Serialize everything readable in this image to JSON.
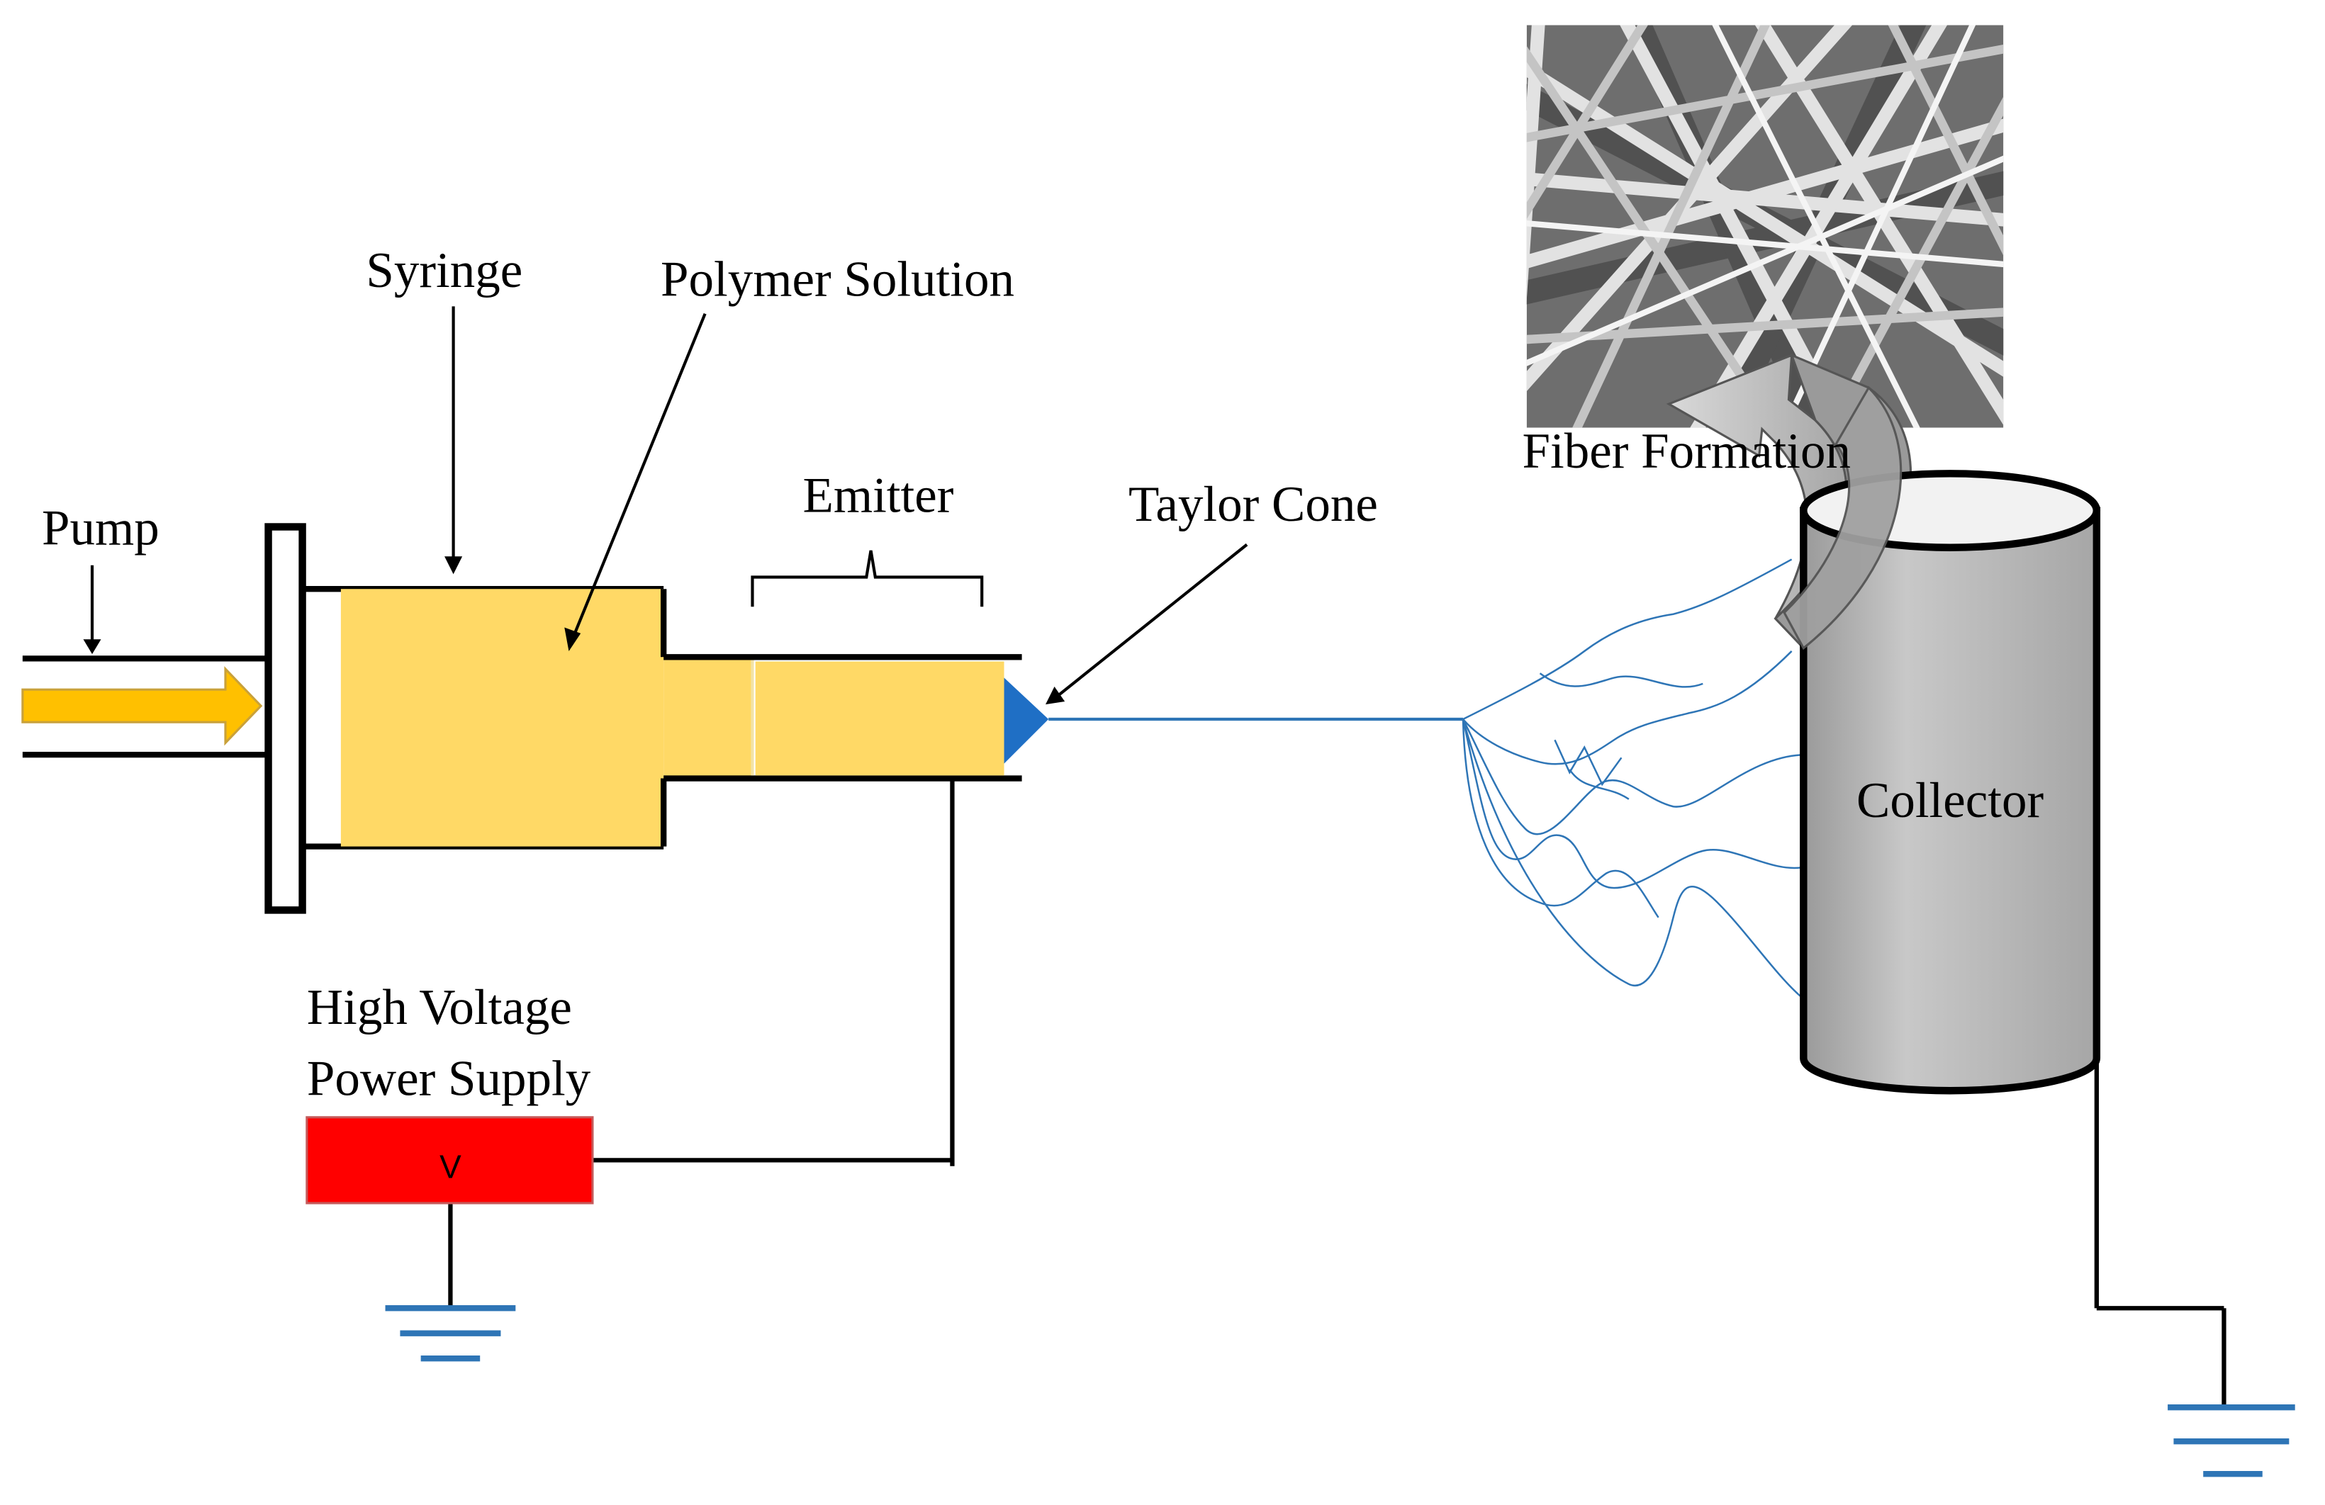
{
  "labels": {
    "pump": "Pump",
    "syringe": "Syringe",
    "polymer_solution": "Polymer Solution",
    "emitter": "Emitter",
    "taylor_cone": "Taylor Cone",
    "fiber_formation": "Fiber Formation",
    "collector": "Collector",
    "hv_line1": "High Voltage",
    "hv_line2": "Power Supply",
    "voltage_symbol": "V"
  },
  "colors": {
    "polymer": "#FFD966",
    "pump_arrow": "#FFC000",
    "power_supply": "#FF0000",
    "taylor_cone": "#1F6FC5",
    "fiber_jet": "#2E75B6",
    "ground": "#2E75B6",
    "collector": "#BFBFBF",
    "wire": "#000000"
  },
  "icons": {
    "pump_arrow": "arrow-right-icon",
    "ground_left": "ground-icon",
    "ground_right": "ground-icon",
    "fiber_formation_arrow": "curved-arrow-icon",
    "sem_image": "nanofiber-micrograph"
  }
}
